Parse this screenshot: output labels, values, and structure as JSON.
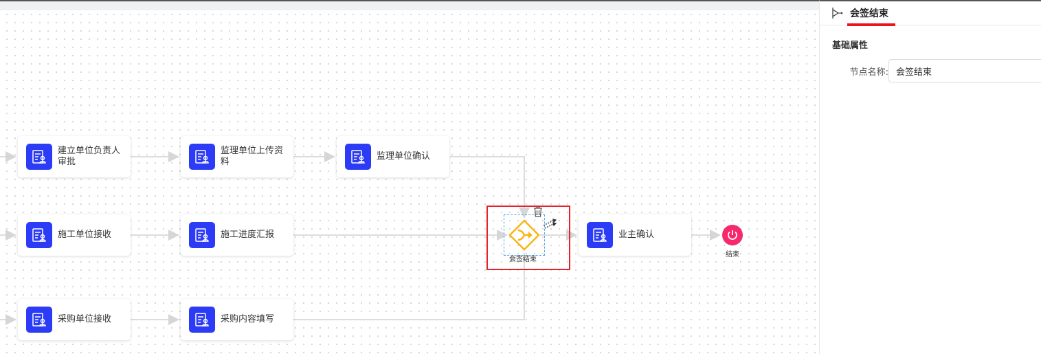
{
  "nodes": {
    "r1": [
      "建立单位负责人审批",
      "监理单位上传资料",
      "监理单位确认"
    ],
    "r2": [
      "施工单位接收",
      "施工进度汇报"
    ],
    "r3": [
      "采购单位接收",
      "采购内容填写"
    ],
    "owner": "业主确认"
  },
  "gateway": {
    "label": "会签结束"
  },
  "end": {
    "label": "结束"
  },
  "panel": {
    "title": "会签结束",
    "section": "基础属性",
    "field_label": "节点名称:",
    "field_value": "会签结束"
  },
  "colors": {
    "task": "#2c3cf6",
    "gateway": "#fbb315",
    "end": "#f6296c",
    "highlight": "#e4222b"
  }
}
